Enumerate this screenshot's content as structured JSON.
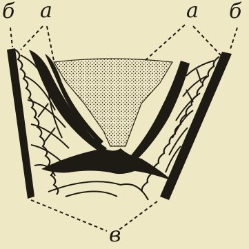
{
  "labels": {
    "b_left": "б",
    "a_left": "а",
    "a_right": "а",
    "b_right": "б",
    "v_bottom": "в"
  },
  "colors": {
    "paper": "#efe8c5",
    "ink": "#1e1a14"
  }
}
